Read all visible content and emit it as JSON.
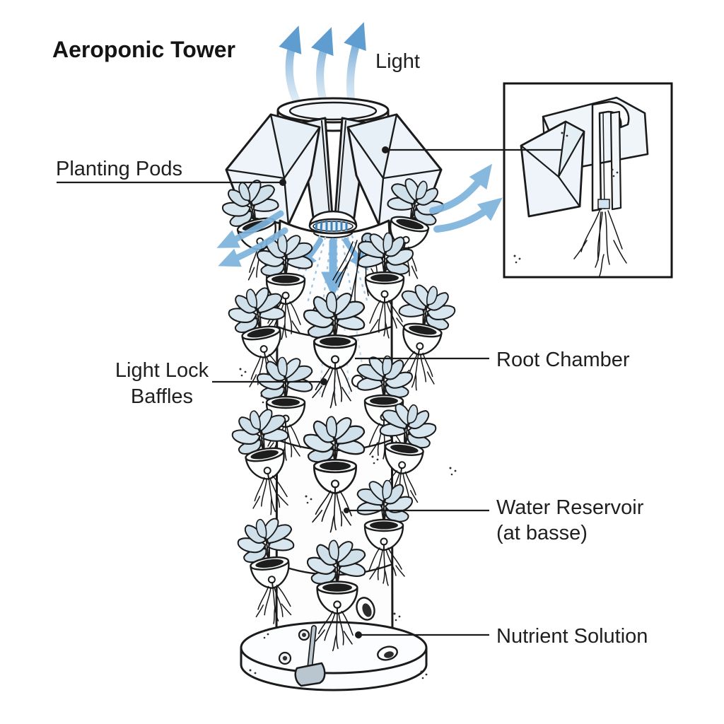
{
  "page": {
    "background": "#ffffff"
  },
  "title": "Aeroponic Tower",
  "labels": {
    "light": "Light",
    "planting_pods": "Planting Pods",
    "light_lock_baffles": {
      "line1": "Light Lock",
      "line2": "Baffles"
    },
    "root_chamber": "Root Chamber",
    "water_reservoir": {
      "line1": "Water Reservoir",
      "line2": "(at basse)"
    },
    "nutrient_solution": "Nutrient Solution"
  },
  "colors": {
    "outline": "#1b1b1b",
    "label_text": "#1f1f1f",
    "arrow_blue": "#7db3dc",
    "arrow_blue_deep": "#5f9dd0",
    "arrow_blue_light": "#cfe2f1",
    "leaf_fill": "#cfe0ea",
    "leaf_fill_light": "#d8e6ef",
    "pod_facet": "#eef4f9",
    "pod_facet_light": "#e7f0f6",
    "mist_blue": "#a0c6e3",
    "nozzle_blue": "#3f82ba",
    "scoop_gray": "#b9c6cf",
    "soil": "#1d1d1d"
  }
}
